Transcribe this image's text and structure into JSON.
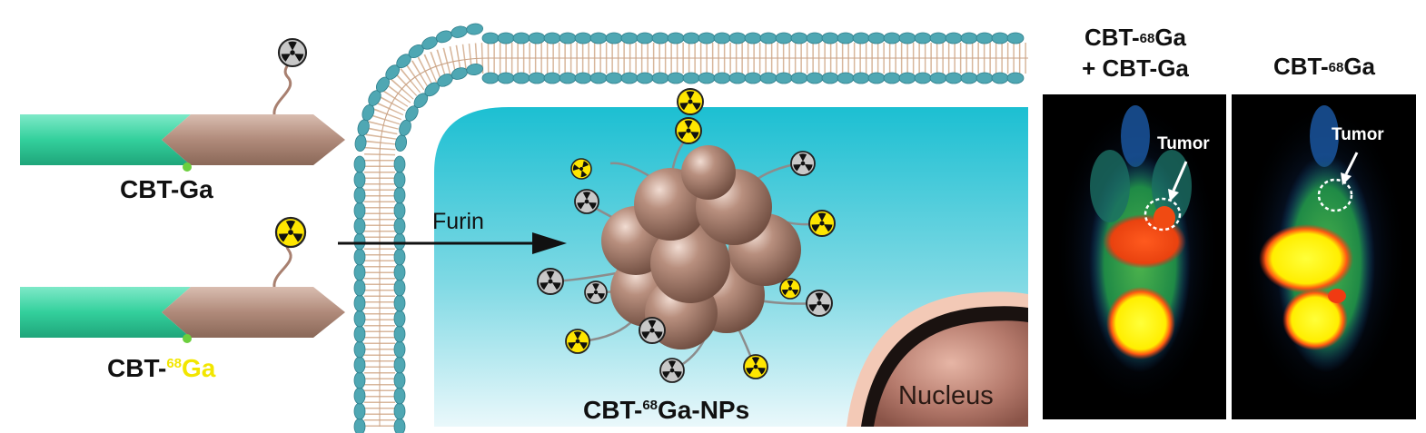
{
  "left": {
    "probe1_label": "CBT-Ga",
    "probe2_prefix": "CBT-",
    "probe2_sup": "68",
    "probe2_suffix": "Ga"
  },
  "cell": {
    "arrow_label": "Furin",
    "nanoparticle_prefix": "CBT-",
    "nanoparticle_sup": "68",
    "nanoparticle_suffix": "Ga-NPs",
    "nucleus_label": "Nucleus"
  },
  "pet": {
    "panel1_line1_prefix": "CBT-",
    "panel1_line1_sup": "68",
    "panel1_line1_suffix": "Ga",
    "panel1_line2": "+ CBT-Ga",
    "panel2_prefix": "CBT-",
    "panel2_sup": "68",
    "panel2_suffix": "Ga",
    "tumor_label_1": "Tumor",
    "tumor_label_2": "Tumor"
  },
  "colors": {
    "teal_block": "#3ed6a6",
    "peptide_brown": "#b08a7a",
    "radio_yellow": "#ffe600",
    "radio_gray": "#bdbdbd",
    "membrane_head": "#4fa7b3",
    "cytoplasm": "#28c3d6",
    "nucleus": "#b57a6c"
  },
  "icons": {
    "radioactive": "radiation-trefoil-icon",
    "arrow": "right-arrow-icon"
  }
}
